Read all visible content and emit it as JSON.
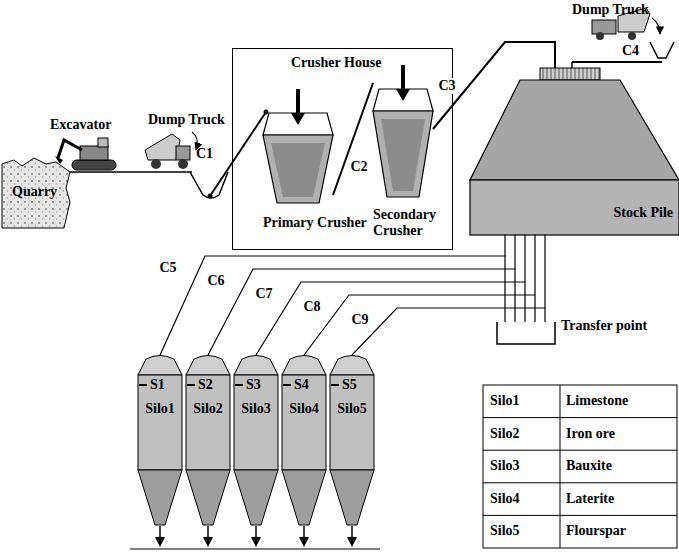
{
  "diagram": {
    "nodes": [
      {
        "text": [
          "Quarry"
        ]
      },
      {
        "text": [
          "Crusher House"
        ]
      },
      {
        "text": [
          "Primary Crusher"
        ],
        "in": 1
      },
      {
        "text": [
          "Secondary Crusher"
        ],
        "in": 1
      },
      {
        "text": [
          "Stock Pile"
        ]
      },
      {
        "text": [
          "Transfer point"
        ]
      },
      {
        "text": [
          "S1",
          "Silo1"
        ]
      },
      {
        "text": [
          "S2",
          "Silo2"
        ]
      },
      {
        "text": [
          "S3",
          "Silo3"
        ]
      },
      {
        "text": [
          "S4",
          "Silo4"
        ]
      },
      {
        "text": [
          "S5",
          "Silo5"
        ]
      }
    ],
    "edges": [
      {
        "from": 2,
        "to": 3,
        "arrow": "none",
        "label": "C2"
      },
      {
        "from": 3,
        "to": 4,
        "arrow": "none",
        "label": "C3"
      },
      {
        "from": 5,
        "to": 6,
        "arrow": "none",
        "label": "C5"
      },
      {
        "from": 5,
        "to": 7,
        "arrow": "none",
        "label": "C6"
      },
      {
        "from": 5,
        "to": 8,
        "arrow": "none",
        "label": "C7"
      },
      {
        "from": 5,
        "to": 9,
        "arrow": "none",
        "label": "C8"
      },
      {
        "from": 5,
        "to": 10,
        "arrow": "none",
        "label": "C9"
      }
    ],
    "labels": [
      "Excavator",
      "Dump Truck",
      "C1",
      "Dump Truck",
      "C4",
      "Silo1",
      "Limestone",
      "Silo2",
      "Iron ore",
      "Silo3",
      "Bauxite",
      "Silo4",
      "Laterite",
      "Silo5",
      "Flourspar"
    ]
  }
}
